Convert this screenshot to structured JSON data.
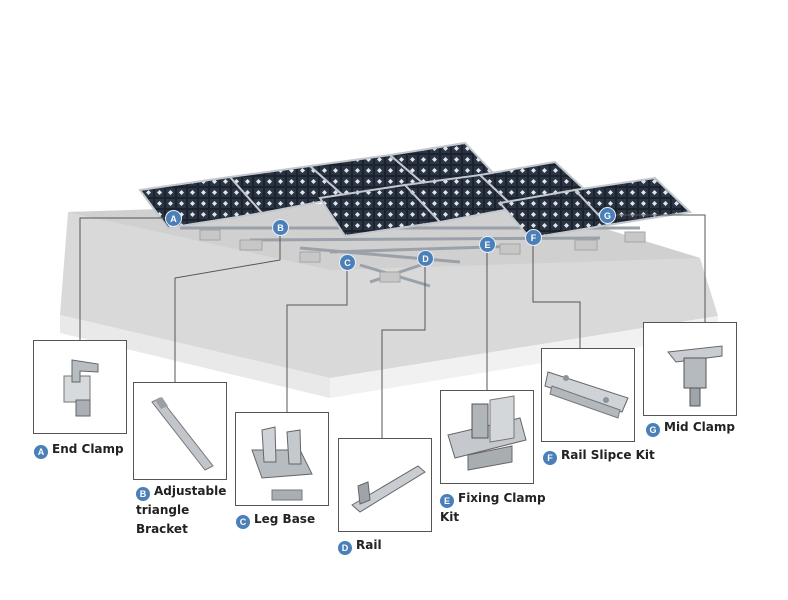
{
  "theme": {
    "accent": "#4a7fb7",
    "panel": "#1d2430",
    "frame": "#b9bfc6",
    "ground": "#cfcfcf",
    "line": "#555555"
  },
  "markers": [
    "A",
    "B",
    "C",
    "D",
    "E",
    "F",
    "G"
  ],
  "components": [
    {
      "letter": "A",
      "label": "End Clamp",
      "icon": "end-clamp"
    },
    {
      "letter": "B",
      "label": "Adjustable\ntriangle\nBracket",
      "icon": "triangle-bracket"
    },
    {
      "letter": "C",
      "label": "Leg Base",
      "icon": "leg-base"
    },
    {
      "letter": "D",
      "label": "Rail",
      "icon": "rail"
    },
    {
      "letter": "E",
      "label": "Fixing Clamp\nKit",
      "icon": "fixing-clamp-kit"
    },
    {
      "letter": "F",
      "label": "Rail Slipce Kit",
      "icon": "rail-splice-kit"
    },
    {
      "letter": "G",
      "label": "Mid Clamp",
      "icon": "mid-clamp"
    }
  ]
}
